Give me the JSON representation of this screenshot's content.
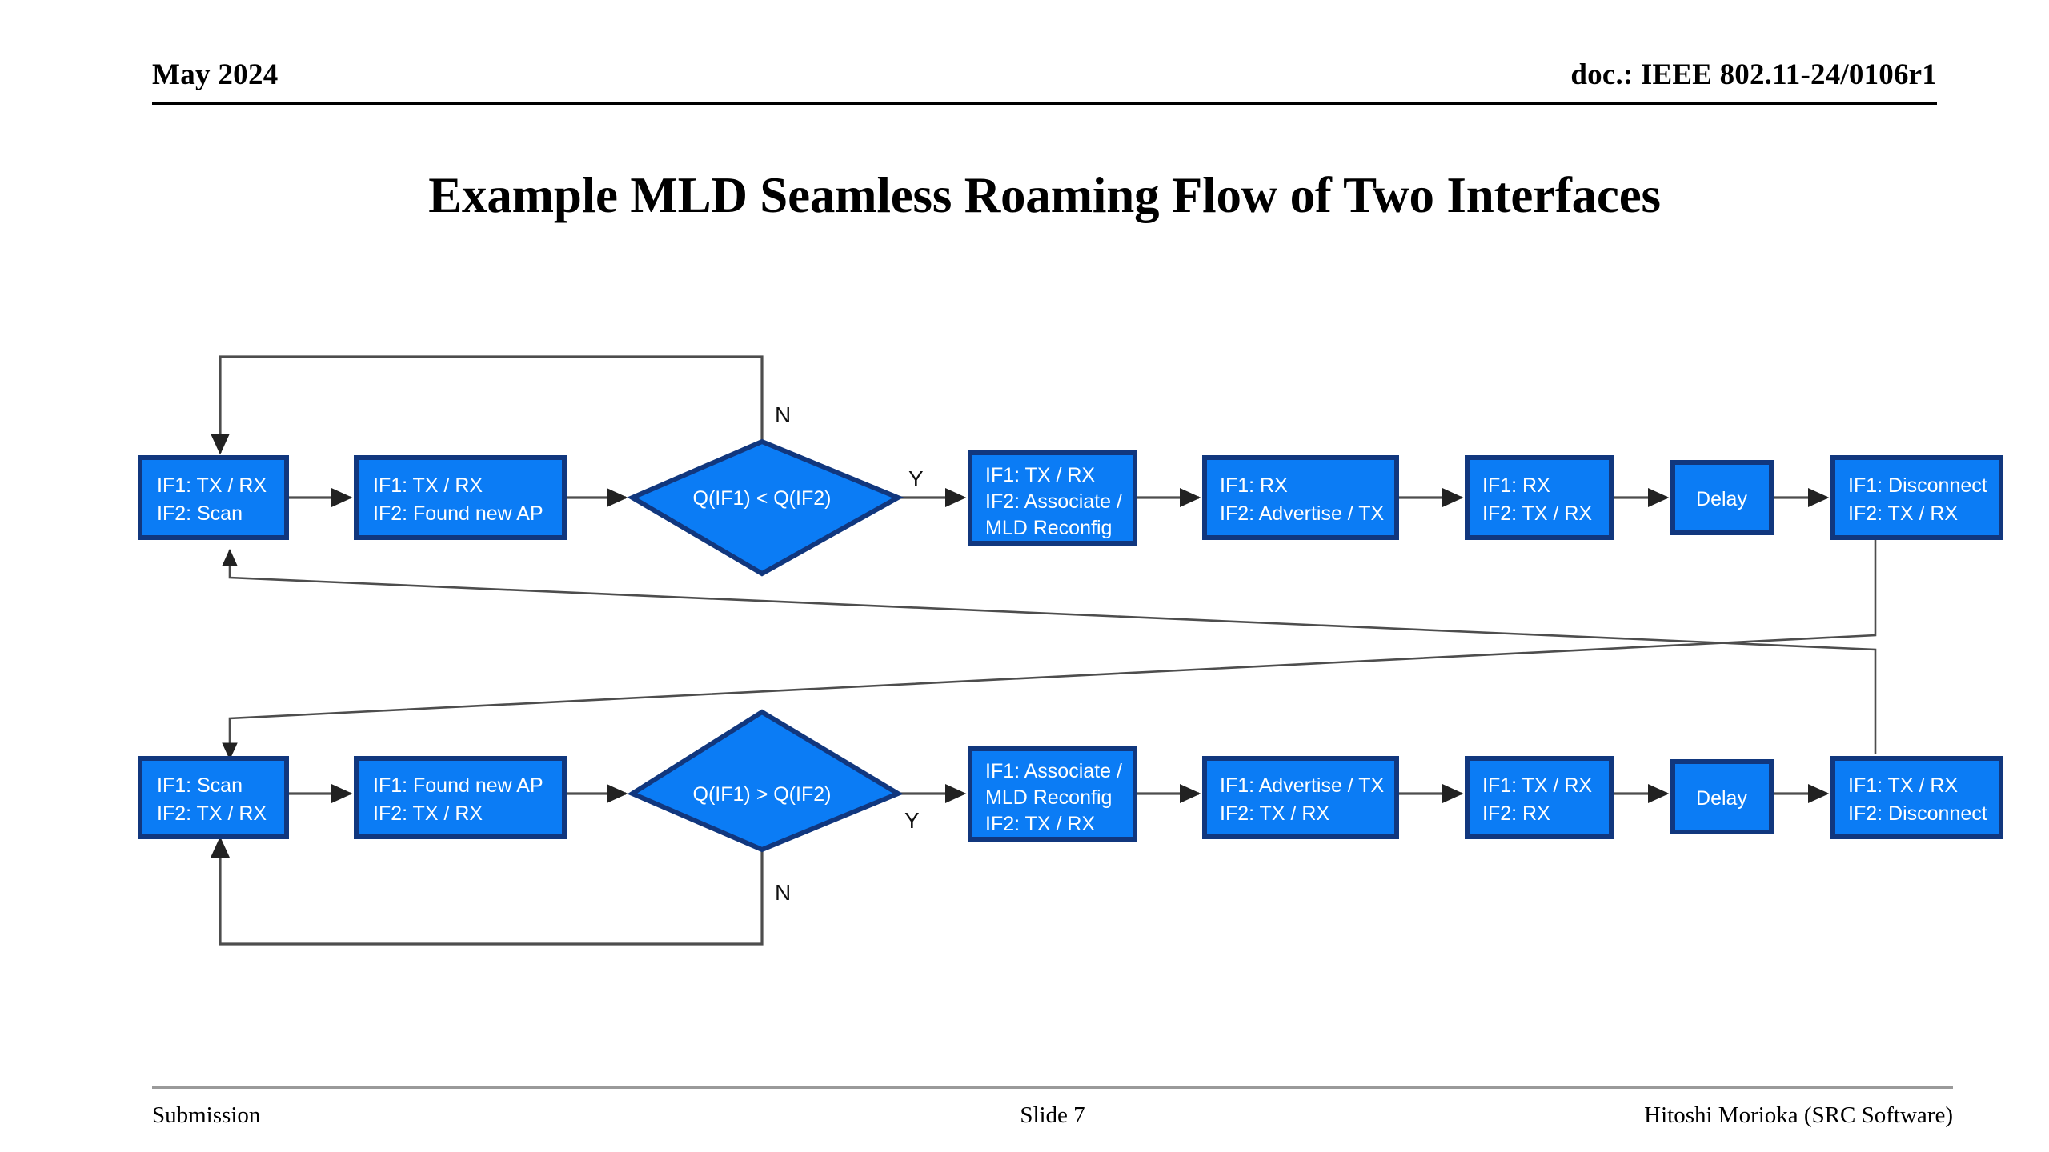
{
  "header": {
    "date": "May 2024",
    "doc": "doc.: IEEE 802.11-24/0106r1"
  },
  "title": "Example MLD Seamless Roaming Flow of Two Interfaces",
  "footer": {
    "left": "Submission",
    "center": "Slide 7",
    "right": "Hitoshi Morioka (SRC Software)"
  },
  "colors": {
    "node_fill": "#0b7cf5",
    "node_border": "#11377e",
    "node_text": "#ffffff",
    "line": "#4d4d4d",
    "page_background": "#ffffff"
  },
  "diagram": {
    "type": "flowchart",
    "rows": [
      {
        "id": "row-1",
        "name": "interface-2-roams-to-new-ap",
        "nodes": [
          {
            "id": "r1n1",
            "shape": "rect",
            "name": "if1-txrx-if2-scan",
            "lines": [
              "IF1: TX / RX",
              "IF2: Scan"
            ]
          },
          {
            "id": "r1n2",
            "shape": "rect",
            "name": "if1-txrx-if2-found-new-ap",
            "lines": [
              "IF1: TX / RX",
              "IF2: Found new AP"
            ]
          },
          {
            "id": "r1n3",
            "shape": "diamond",
            "name": "decision-q-if1-less-than-q-if2",
            "lines": [
              "Q(IF1) < Q(IF2)"
            ]
          },
          {
            "id": "r1n4",
            "shape": "rect",
            "name": "if1-txrx-if2-associate-mld-reconfig",
            "lines": [
              "IF1: TX / RX",
              "IF2: Associate /",
              "MLD Reconfig"
            ]
          },
          {
            "id": "r1n5",
            "shape": "rect",
            "name": "if1-rx-if2-advertise-tx",
            "lines": [
              "IF1: RX",
              "IF2: Advertise / TX"
            ]
          },
          {
            "id": "r1n6",
            "shape": "rect",
            "name": "if1-rx-if2-txrx",
            "lines": [
              "IF1: RX",
              "IF2: TX / RX"
            ]
          },
          {
            "id": "r1n7",
            "shape": "rect",
            "name": "delay-row-1",
            "lines": [
              "Delay"
            ]
          },
          {
            "id": "r1n8",
            "shape": "rect",
            "name": "if1-disconnect-if2-txrx",
            "lines": [
              "IF1: Disconnect",
              "IF2: TX / RX"
            ]
          }
        ],
        "edge_labels": {
          "no": "N",
          "yes": "Y"
        }
      },
      {
        "id": "row-2",
        "name": "interface-1-roams-to-new-ap",
        "nodes": [
          {
            "id": "r2n1",
            "shape": "rect",
            "name": "if1-scan-if2-txrx",
            "lines": [
              "IF1: Scan",
              "IF2: TX / RX"
            ]
          },
          {
            "id": "r2n2",
            "shape": "rect",
            "name": "if1-found-new-ap-if2-txrx",
            "lines": [
              "IF1: Found new AP",
              "IF2: TX / RX"
            ]
          },
          {
            "id": "r2n3",
            "shape": "diamond",
            "name": "decision-q-if1-greater-than-q-if2",
            "lines": [
              "Q(IF1) > Q(IF2)"
            ]
          },
          {
            "id": "r2n4",
            "shape": "rect",
            "name": "if1-associate-mld-reconfig-if2-txrx",
            "lines": [
              "IF1: Associate /",
              "MLD Reconfig",
              "IF2: TX / RX"
            ]
          },
          {
            "id": "r2n5",
            "shape": "rect",
            "name": "if1-advertise-tx-if2-txrx",
            "lines": [
              "IF1: Advertise / TX",
              "IF2: TX / RX"
            ]
          },
          {
            "id": "r2n6",
            "shape": "rect",
            "name": "if1-txrx-if2-rx",
            "lines": [
              "IF1: TX / RX",
              "IF2: RX"
            ]
          },
          {
            "id": "r2n7",
            "shape": "rect",
            "name": "delay-row-2",
            "lines": [
              "Delay"
            ]
          },
          {
            "id": "r2n8",
            "shape": "rect",
            "name": "if1-txrx-if2-disconnect",
            "lines": [
              "IF1: TX / RX",
              "IF2: Disconnect"
            ]
          }
        ],
        "edge_labels": {
          "yes": "Y",
          "no": "N"
        }
      }
    ]
  }
}
